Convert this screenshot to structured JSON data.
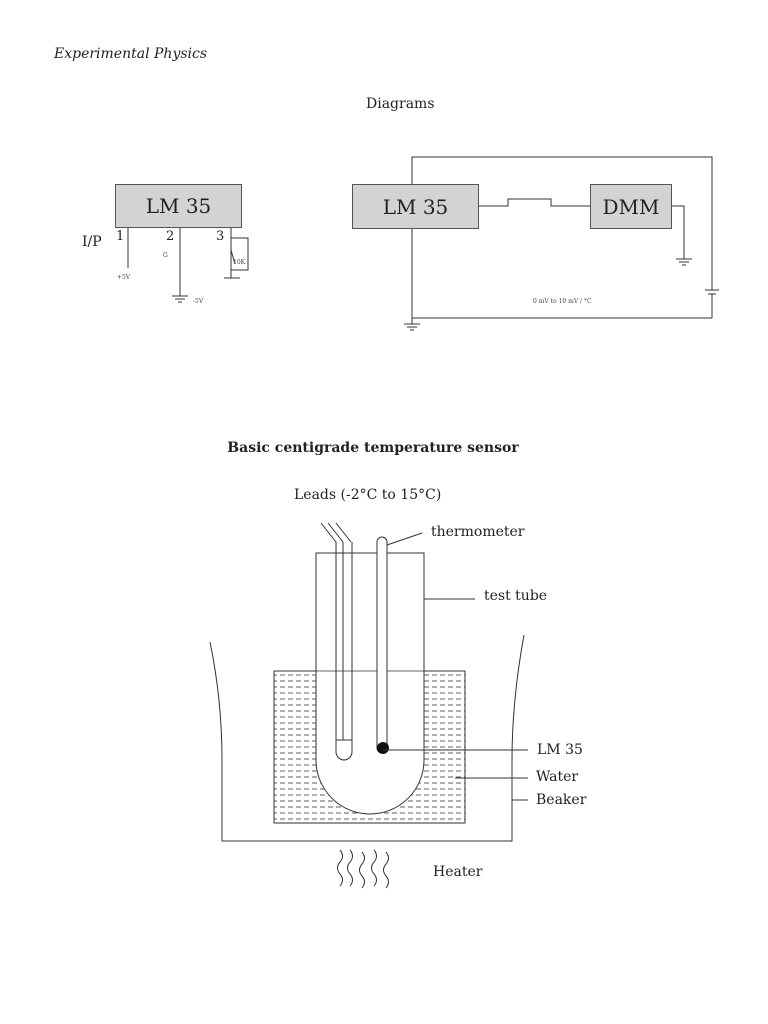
{
  "header": {
    "running_title": "Experimental Physics"
  },
  "section": {
    "title": "Diagrams"
  },
  "diagram_left": {
    "chip_label": "LM 35",
    "input_label": "I/P",
    "pins": [
      "1",
      "2",
      "3"
    ],
    "pin1_label": "+5V",
    "pin2_label": "G",
    "ground_label": "-5V",
    "resistor_label": "10K"
  },
  "diagram_right": {
    "chip_label": "LM 35",
    "meter_label": "DMM",
    "scale_label": "0 mV  to  10 mV / °C"
  },
  "caption": "Basic centigrade temperature sensor",
  "apparatus": {
    "leads_label": "Leads (-2°C to 15°C)",
    "thermometer_label": "thermometer",
    "test_tube_label": "test tube",
    "sensor_label": "LM 35",
    "water_label": "Water",
    "beaker_label": "Beaker",
    "heater_label": "Heater"
  }
}
